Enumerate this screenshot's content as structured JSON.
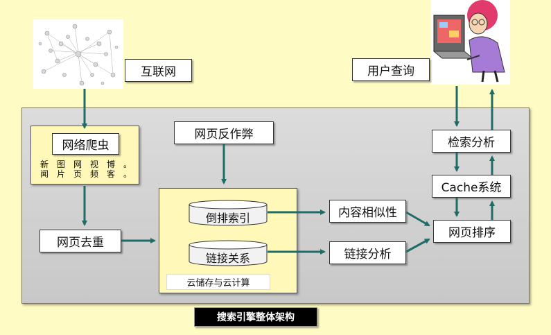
{
  "nodes": {
    "internet": "互联网",
    "user_query": "用户查询",
    "crawler": "网络爬虫",
    "crawler_items_row1": [
      "新",
      "图",
      "网",
      "视",
      "博",
      "。"
    ],
    "crawler_items_row2": [
      "闻",
      "片",
      "页",
      "频",
      "客",
      "。"
    ],
    "anti_spam": "网页反作弊",
    "dedup": "网页去重",
    "inverted_index": "倒排索引",
    "link_relation": "链接关系",
    "cloud_storage": "云储存与云计算",
    "content_similarity": "内容相似性",
    "link_analysis": "链接分析",
    "retrieval_analysis": "检索分析",
    "cache": "Cache系统",
    "page_ranking": "网页排序"
  },
  "caption": "搜索引擎整体架构",
  "colors": {
    "background": "#fffbc4",
    "arrow": "#1f6b68",
    "panel": "#d0d0d0",
    "storage_box": "#fff8b8"
  }
}
